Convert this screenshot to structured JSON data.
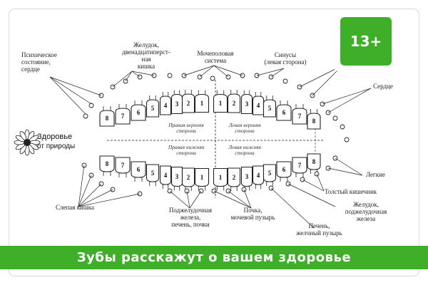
{
  "badge": {
    "label": "13+"
  },
  "logo": {
    "line1": "Здоровье",
    "line2": "от природы"
  },
  "banner": {
    "text": "Зубы расскажут о вашем здоровье"
  },
  "labels": {
    "psych": "Психическое\nсостояние,\nсердце",
    "stomach_top": "Желудок,\nдвенадцатиперст-\nная\nкишка",
    "urogenital": "Мочеполовая\nсистема",
    "sinus": "Синусы\n(левая сторона)",
    "heart": "Сердце",
    "lungs": "Легкие",
    "colon": "Толстый кишечник",
    "stomach_bottom": "Желудок,\nподжелудочная\nжелеза",
    "liver": "Печень,\nжелчный пузырь",
    "kidney": "Почка,\nмочевой пузырь",
    "pancreas": "Поджелудочная\nжелеза,\nпечень, почки",
    "cecum": "Слепая кишка"
  },
  "quadrants": {
    "upper_right": "Правая верхняя\nсторона",
    "upper_left": "Левая верхняя\nсторона",
    "lower_right": "Правая нижняя\nсторона",
    "lower_left": "Левая нижняя\nсторона"
  },
  "teeth": {
    "upper": [
      "8",
      "7",
      "6",
      "5",
      "4",
      "3",
      "2",
      "1",
      "1",
      "2",
      "3",
      "4",
      "5",
      "6",
      "7",
      "8"
    ],
    "lower": [
      "8",
      "7",
      "6",
      "5",
      "4",
      "3",
      "2",
      "1",
      "1",
      "2",
      "3",
      "4",
      "5",
      "6",
      "7",
      "8"
    ]
  }
}
